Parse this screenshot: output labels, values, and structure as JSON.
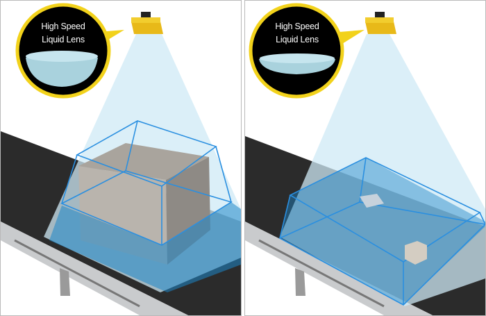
{
  "panels": [
    {
      "callout": {
        "line1": "High Speed",
        "line2": "Liquid Lens"
      },
      "scene": "tall-box"
    },
    {
      "callout": {
        "line1": "High Speed",
        "line2": "Liquid Lens"
      },
      "scene": "small-packages"
    }
  ],
  "colors": {
    "callout_border": "#f2d21b",
    "beam": "#d4ecf7",
    "wireframe": "#2a8fe0",
    "camera": "#e8b919"
  }
}
